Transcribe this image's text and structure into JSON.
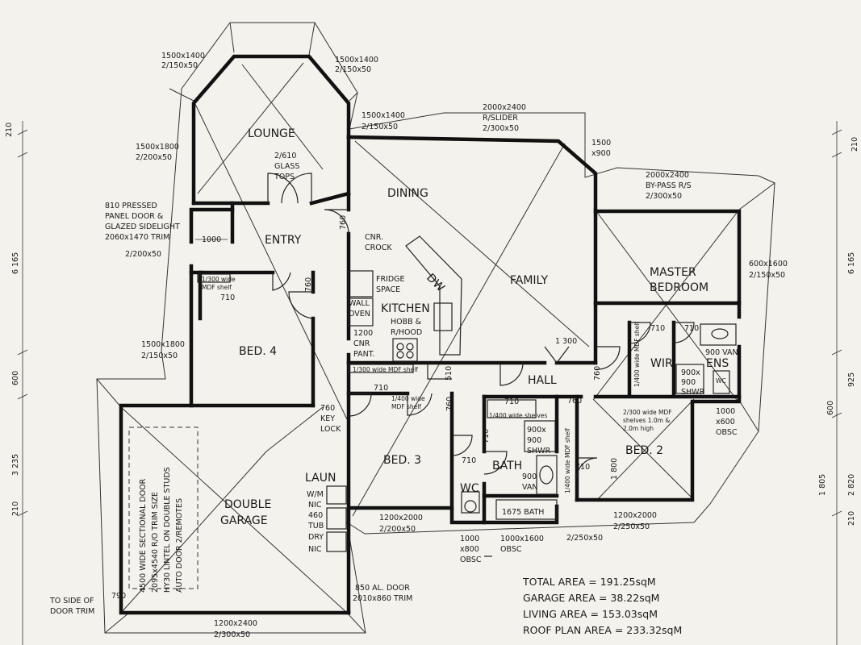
{
  "rooms": {
    "lounge": "LOUNGE",
    "dining": "DINING",
    "entry": "ENTRY",
    "family": "FAMILY",
    "master_l1": "MASTER",
    "master_l2": "BEDROOM",
    "kitchen": "KITCHEN",
    "bed4": "BED. 4",
    "wir": "WIR",
    "ens": "ENS",
    "hall": "HALL",
    "bed3": "BED. 3",
    "bath": "BATH",
    "wc": "WC",
    "bed2": "BED. 2",
    "laun": "LAUN",
    "garage_l1": "DOUBLE",
    "garage_l2": "GARAGE"
  },
  "windows": {
    "lounge_top_left": [
      "1500x1400",
      "2/150x50"
    ],
    "lounge_top_right": [
      "1500x1400",
      "2/150x50"
    ],
    "lounge_left": [
      "1500x1800",
      "2/200x50"
    ],
    "dining_top": [
      "1500x1400",
      "2/150x50"
    ],
    "slider": [
      "2000x2400",
      "R/SLIDER",
      "2/300x50"
    ],
    "corner": [
      "1500",
      "x900"
    ],
    "master_top": [
      "2000x2400",
      "BY-PASS R/S",
      "2/300x50"
    ],
    "master_right": [
      "600x1600",
      "2/150x50"
    ],
    "bed4_left": [
      "1500x1800",
      "2/150x50"
    ],
    "ens_right": [
      "1000",
      "x600",
      "OBSC"
    ],
    "bed3_bottom": [
      "1200x2000",
      "2/200x50"
    ],
    "wc_bottom": [
      "1000",
      "x800",
      "OBSC"
    ],
    "bath_bottom": [
      "1000x1600",
      "OBSC"
    ],
    "bath_bottom_b": "2/250x50",
    "bed2_bottom": [
      "1200x2000",
      "2/250x50"
    ],
    "garage_bottom": [
      "1200x2400",
      "2/300x50"
    ]
  },
  "notes": {
    "glass_tops": [
      "2/610",
      "GLASS",
      "TOPS"
    ],
    "pressed_door": [
      "810 PRESSED",
      "PANEL DOOR &",
      "GLAZED SIDELIGHT",
      "2060x1470 TRIM"
    ],
    "entry_width": "1000",
    "entry_window": "2/200x50",
    "cnr_crock": [
      "CNR.",
      "CROCK"
    ],
    "fridge": [
      "FRIDGE",
      "SPACE"
    ],
    "wall_oven": [
      "WALL",
      "OVEN"
    ],
    "hobb": [
      "HOBB &",
      "R/HOOD"
    ],
    "cnr_pant": [
      "1200",
      "CNR",
      "PANT."
    ],
    "dw": "DW",
    "mdf_bed4": [
      "1/300 wide",
      "MDF shelf"
    ],
    "mdf_hall": "1/300 wide MDF shelf",
    "mdf_bed3": [
      "1/400 wide",
      "MDF shelf"
    ],
    "mdf_bed2": [
      "2/300 wide MDF",
      "shelves 1.0m &",
      "2.0m high"
    ],
    "mdf_bath": "1/400 wide MDF shelf",
    "mdf_wir": "1/400 wide MDF shelf",
    "linen_shelf": "1/400 wide shelves",
    "van_ens": "900 VAN",
    "shwr_ens": [
      "900x",
      "900",
      "SHWR"
    ],
    "shwr_bath": [
      "900x",
      "900",
      "SHWR"
    ],
    "van_bath": [
      "900",
      "VAN"
    ],
    "bath_tub": "1675 BATH",
    "wm": "W/M",
    "nic1": "NIC",
    "tub": [
      "460",
      "TUB"
    ],
    "dry": "DRY",
    "nic2": "NIC",
    "wc_label": "WC",
    "key_lock": [
      "760",
      "KEY",
      "LOCK"
    ],
    "alu_door": [
      "850 AL. DOOR",
      "2010x860 TRIM"
    ],
    "sectional": [
      "4500 WIDE SECTIONAL DOOR",
      "2095x4540 R/O TRIM SIZE",
      "HY30 LINTEL ON DOUBLE STUDS",
      "AUTO DOOR 2/REMOTES"
    ],
    "door_trim": [
      "TO SIDE OF",
      "DOOR TRIM"
    ],
    "garage_790": "790"
  },
  "doors": {
    "d760_dining": "760",
    "d760_bed4": "760",
    "d710_bed4": "710",
    "d1300": "1 300",
    "d760_master": "760",
    "d710_wir": "710",
    "d710_ens": "710",
    "d510": "510",
    "d710_bed3": "710",
    "d760_bed3": "760",
    "d710_hall": "710",
    "d760_hall": "760",
    "d710_bath": "710",
    "d710_wc": "710",
    "d710_bath2": "710",
    "d800_bed2": "1 800"
  },
  "dims": {
    "left": [
      "210",
      "6 165",
      "600",
      "3 235",
      "210"
    ],
    "right": [
      "210",
      "6 165",
      "925",
      "600",
      "2 820",
      "1 805",
      "210"
    ]
  },
  "areas": {
    "total": "TOTAL AREA = 191.25sqM",
    "garage": "GARAGE AREA = 38.22sqM",
    "living": "LIVING AREA = 153.03sqM",
    "roof": "ROOF PLAN AREA = 233.32sqM"
  }
}
